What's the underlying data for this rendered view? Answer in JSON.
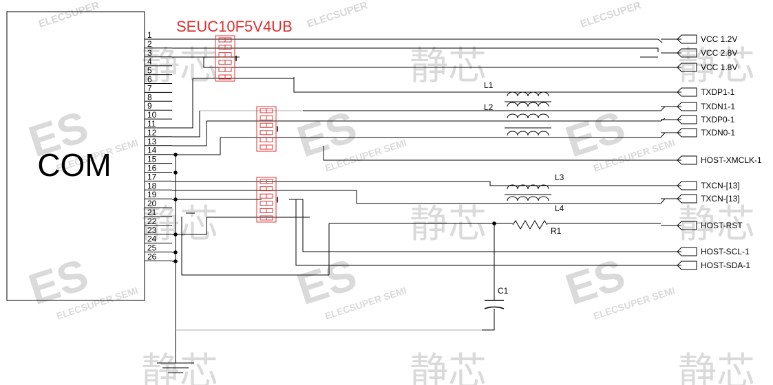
{
  "colors": {
    "wire": "#000000",
    "gray_wire": "#aaaaaa",
    "chip": "#e03030",
    "title": "#e03030",
    "watermark": "#bdbdbd"
  },
  "title": "SEUC10F5V4UB",
  "component": {
    "label": "COM"
  },
  "pins": [
    "1",
    "2",
    "3",
    "4",
    "5",
    "6",
    "7",
    "8",
    "9",
    "10",
    "11",
    "12",
    "13",
    "14",
    "15",
    "16",
    "17",
    "18",
    "19",
    "20",
    "21",
    "22",
    "23",
    "24",
    "25",
    "26"
  ],
  "connectors": [
    "VCC 1.2V",
    "VCC 2.8V",
    "VCC 1.8V",
    "TXDP1-1",
    "TXDN1-1",
    "TXDP0-1",
    "TXDN0-1",
    "HOST-XMCLK-1",
    "TXCN-[13]",
    "TXCN-[13]",
    "HOST-RST",
    "HOST-SCL-1",
    "HOST-SDA-1"
  ],
  "inductors": [
    "L1",
    "L2",
    "L3",
    "L4"
  ],
  "resistor": {
    "label": "R1"
  },
  "capacitor": {
    "label": "C1"
  },
  "watermark": {
    "brand": "ELECSUPER",
    "semi": "ELECSUPER SEMI",
    "logo": "ES",
    "cn": "静芯"
  },
  "icons": {
    "ground": "ground-icon",
    "connector": "connector-arrow-icon",
    "chip": "tvs-array-icon"
  }
}
